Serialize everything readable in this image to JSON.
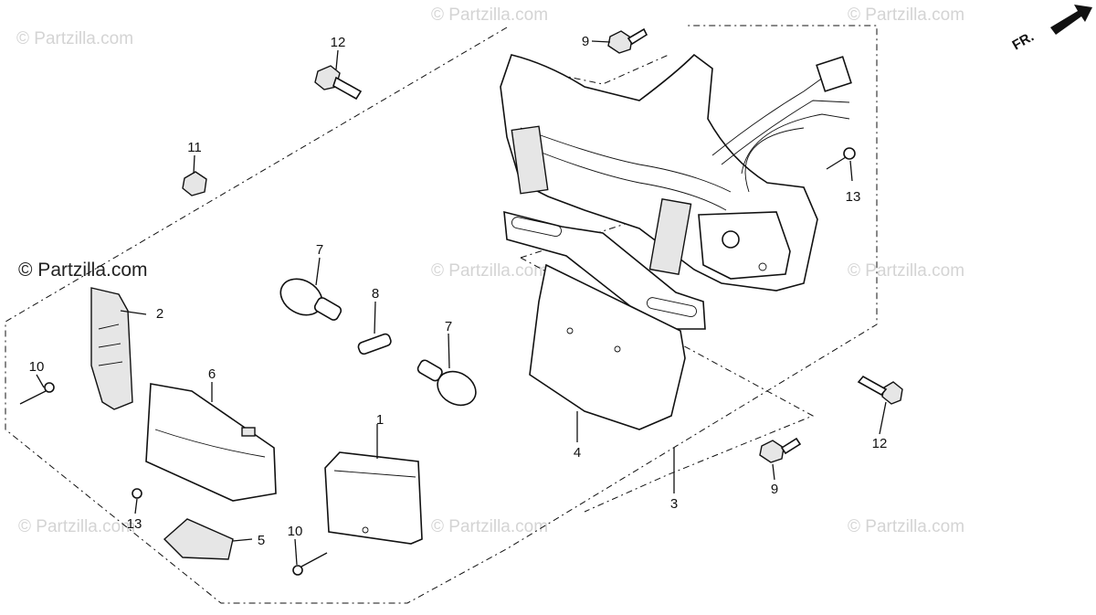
{
  "watermarks": [
    "© Partzilla.com",
    "© Partzilla.com",
    "© Partzilla.com",
    "© Partzilla.com",
    "© Partzilla.com",
    "© Partzilla.com",
    "© Partzilla.com",
    "© Partzilla.com",
    "© Partzilla.com"
  ],
  "direction_label": "FR.",
  "callouts": {
    "c1": "1",
    "c2": "2",
    "c3": "3",
    "c4": "4",
    "c5": "5",
    "c6": "6",
    "c7a": "7",
    "c7b": "7",
    "c8": "8",
    "c9a": "9",
    "c9b": "9",
    "c10a": "10",
    "c10b": "10",
    "c11": "11",
    "c12a": "12",
    "c12b": "12",
    "c13a": "13",
    "c13b": "13"
  }
}
